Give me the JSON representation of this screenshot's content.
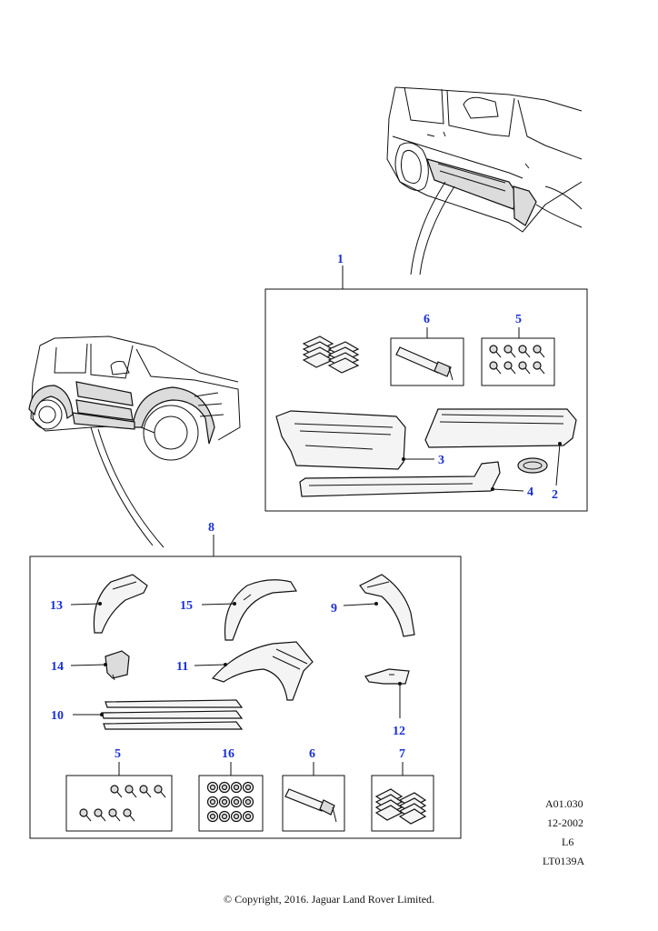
{
  "callouts": {
    "c1": "1",
    "c2": "2",
    "c3": "3",
    "c4": "4",
    "c5a": "5",
    "c6a": "6",
    "c8": "8",
    "c9": "9",
    "c10": "10",
    "c11": "11",
    "c12": "12",
    "c13": "13",
    "c14": "14",
    "c15": "15",
    "c5b": "5",
    "c16": "16",
    "c6b": "6",
    "c7": "7"
  },
  "reference": {
    "code": "A01.030",
    "date": "12-2002",
    "level": "L6",
    "illustration": "LT0139A"
  },
  "copyright": "© Copyright, 2016. Jaguar Land Rover Limited."
}
